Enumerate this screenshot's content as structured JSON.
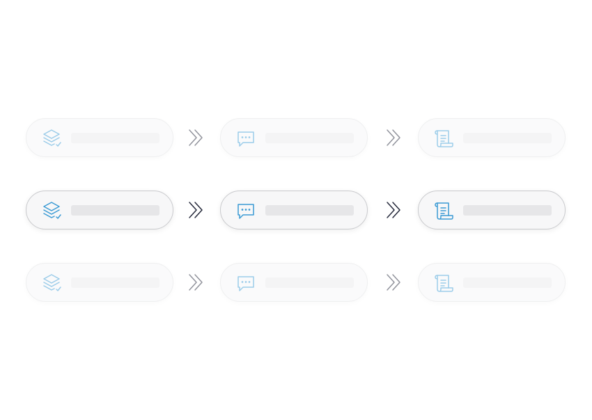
{
  "colors": {
    "icon_accent": "#3a9ad4",
    "arrow": "#24283a",
    "pill_background": "#f7f7f8",
    "placeholder_bar": "#e6e6e8"
  },
  "steps": [
    {
      "icon": "layers-check-icon"
    },
    {
      "icon": "chat-bubble-icon"
    },
    {
      "icon": "scroll-document-icon"
    }
  ],
  "connector_icon": "double-chevron-right-icon",
  "rows": [
    {
      "state": "faded"
    },
    {
      "state": "active"
    },
    {
      "state": "faded"
    }
  ]
}
